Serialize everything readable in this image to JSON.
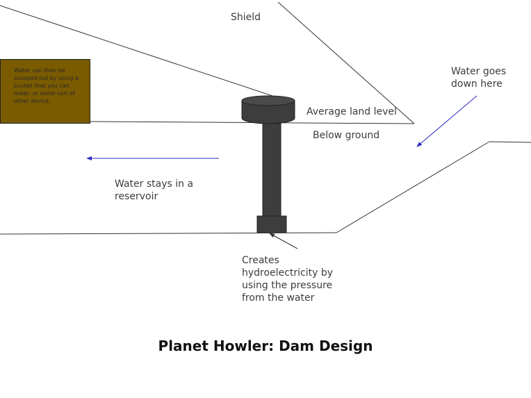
{
  "title": "Planet Howler: Dam Design",
  "labels": {
    "shield": "Shield",
    "water_goes_down": "Water goes down here",
    "average_land": "Average land level",
    "below_ground": "Below ground",
    "reservoir": "Water stays in a reservoir",
    "hydro": "Creates hydroelectricity by using the pressure from the water"
  },
  "note": "Water can then be scooped out by using a bucket that you can lower, or some sort of other device.",
  "colors": {
    "note_fill": "#7a5b00",
    "arrow_blue": "#2b2bbf",
    "dam_fill": "#3d3d3d",
    "line": "#333333"
  }
}
